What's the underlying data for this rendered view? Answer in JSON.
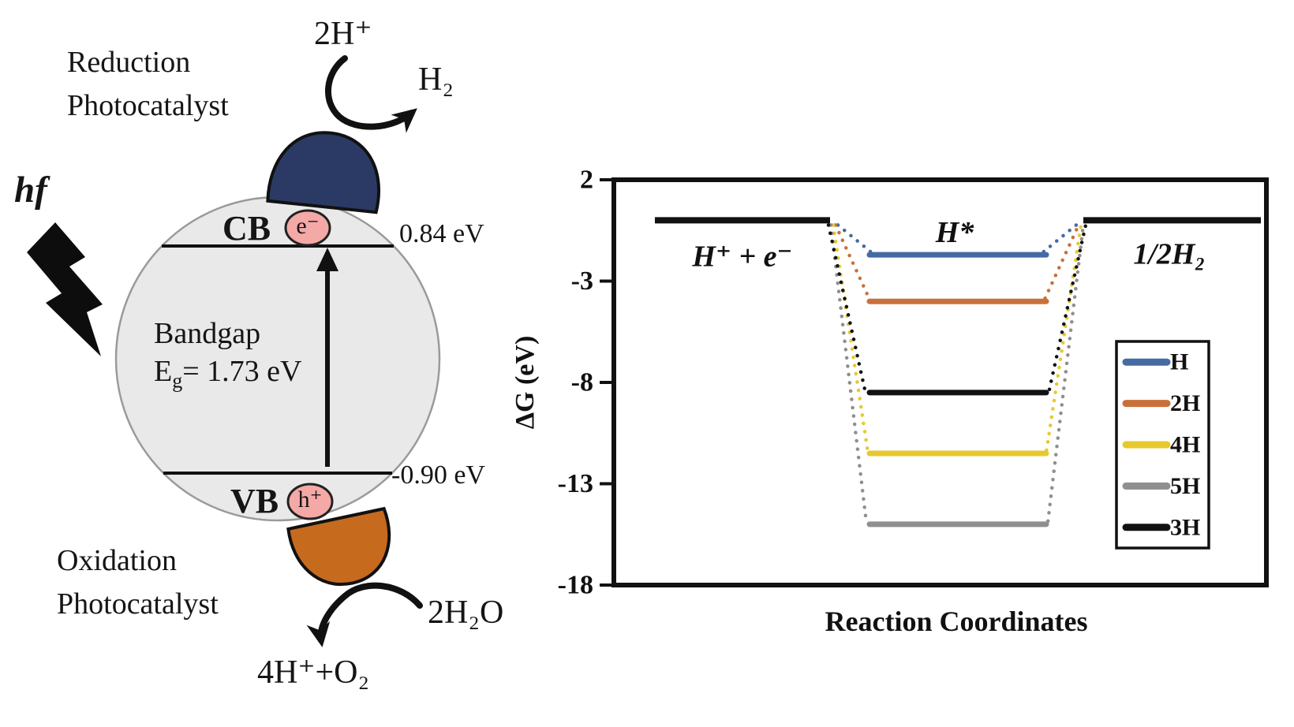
{
  "figure": {
    "background": "#ffffff"
  },
  "left_diagram": {
    "hf_label": "hf",
    "reduction_photocatalyst": [
      "Reduction",
      "Photocatalyst"
    ],
    "oxidation_photocatalyst": [
      "Oxidation",
      "Photocatalyst"
    ],
    "protons_label": "2H⁺",
    "hydrogen_label": "H₂",
    "water_label": "2H₂O",
    "oxygen_label": "4H⁺+O₂",
    "cb_label": "CB",
    "vb_label": "VB",
    "electron_label": "e⁻",
    "hole_label": "h⁺",
    "cb_energy": "0.84 eV",
    "vb_energy": "-0.90 eV",
    "bandgap_label": "Bandgap",
    "bandgap_symbol": "E",
    "bandgap_subscript": "g",
    "bandgap_value": "= 1.73 eV",
    "colors": {
      "semiconductor_fill": "#e9e9e9",
      "semiconductor_border": "#9a9a9a",
      "reduction_cocatalyst": "#2a3a64",
      "oxidation_cocatalyst": "#c66a1e",
      "carrier_fill": "#f4a9a7",
      "ink": "#111111"
    }
  },
  "chart_data": {
    "type": "line",
    "variant": "reaction-energy-diagram",
    "title": "",
    "xlabel": "Reaction Coordinates",
    "ylabel": "ΔG (eV)",
    "ylim": [
      -18,
      2
    ],
    "yticks": [
      2,
      -3,
      -8,
      -13,
      -18
    ],
    "grid": false,
    "axis_color": "#111111",
    "stages": [
      {
        "label": "H⁺ + e⁻",
        "value_eV": 0
      },
      {
        "label": "H*"
      },
      {
        "label": "1/2H₂",
        "value_eV": 0
      }
    ],
    "series": [
      {
        "name": "H",
        "color": "#466aa3",
        "h_star_value_eV": -1.7
      },
      {
        "name": "2H",
        "color": "#c9703a",
        "h_star_value_eV": -4.0
      },
      {
        "name": "4H",
        "color": "#e7c92e",
        "h_star_value_eV": -11.5
      },
      {
        "name": "5H",
        "color": "#8f8f8f",
        "h_star_value_eV": -15.0
      },
      {
        "name": "3H",
        "color": "#121212",
        "h_star_value_eV": -8.5
      }
    ],
    "legend": {
      "order": [
        "H",
        "2H",
        "4H",
        "5H",
        "3H"
      ],
      "position": "inside-right"
    }
  }
}
